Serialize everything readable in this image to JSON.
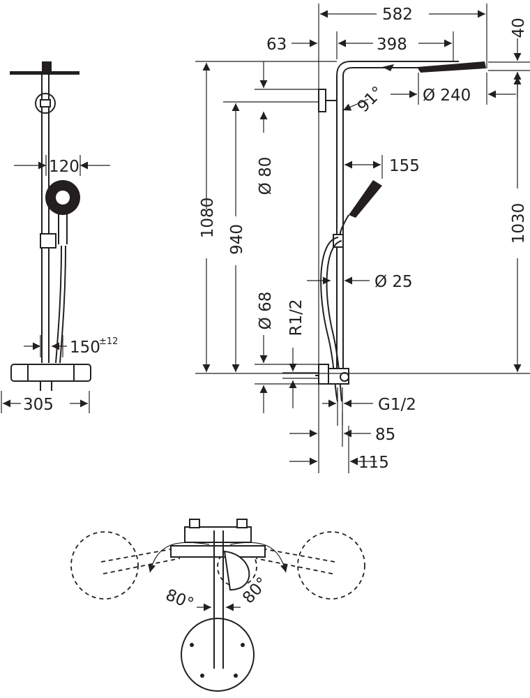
{
  "dimensions": {
    "width_582": "582",
    "offset_63": "63",
    "arm_398": "398",
    "height_40": "40",
    "angle_91": "91°",
    "diameter_240": "Ø 240",
    "diameter_80": "Ø 80",
    "hand_155": "155",
    "height_1080": "1080",
    "height_940": "940",
    "height_1030": "1030",
    "diameter_25": "Ø 25",
    "diameter_68": "Ø 68",
    "thread_r12": "R1/2",
    "thread_g12": "G1/2",
    "depth_85": "85",
    "depth_115": "115",
    "hand_120": "120",
    "spacing_150": "150",
    "tolerance_12": "±12",
    "width_305": "305",
    "swivel_left": "80°",
    "swivel_right": "80°"
  },
  "colors": {
    "line": "#231f20",
    "background": "#ffffff"
  }
}
